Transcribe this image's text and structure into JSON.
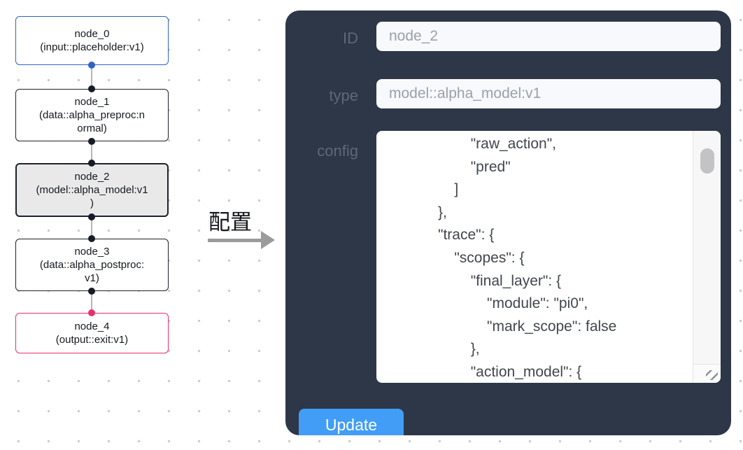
{
  "canvas": {
    "background": "#ffffff",
    "dot_color": "#cbcbcb"
  },
  "flowchart": {
    "edge_color": "#b5b5b5",
    "nodes": [
      {
        "title": "node_0",
        "subtitle": "(input::placeholder:v1)",
        "border_color": "#2e62c8",
        "bg": "#ffffff",
        "handle_bottom_color": "#2e62c8"
      },
      {
        "title": "node_1",
        "subtitle": "(data::alpha_preproc:n\normal)",
        "border_color": "#1d222c",
        "bg": "#ffffff",
        "handle_top_color": "#161b26",
        "handle_bottom_color": "#161b26"
      },
      {
        "title": "node_2",
        "subtitle": "(model::alpha_model:v1\n)",
        "border_color": "#1d222c",
        "bg": "#e9e9ea",
        "selected": true,
        "handle_top_color": "#161b26",
        "handle_bottom_color": "#161b26"
      },
      {
        "title": "node_3",
        "subtitle": "(data::alpha_postproc:\nv1)",
        "border_color": "#1d222c",
        "bg": "#ffffff",
        "handle_top_color": "#161b26",
        "handle_bottom_color": "#161b26"
      },
      {
        "title": "node_4",
        "subtitle": "(output::exit:v1)",
        "border_color": "#e7316f",
        "bg": "#ffffff",
        "handle_top_color": "#e7316f"
      }
    ]
  },
  "transition": {
    "label": "配置",
    "arrow_color": "#9b9b9b"
  },
  "config_panel": {
    "background": "#2d3748",
    "fields": [
      {
        "label": "ID",
        "value": "node_2"
      },
      {
        "label": "type",
        "value": "model::alpha_model:v1"
      },
      {
        "label": "config",
        "value": "                    \"raw_action\",\n                    \"pred\"\n                ]\n            },\n            \"trace\": {\n                \"scopes\": {\n                    \"final_layer\": {\n                        \"module\": \"pi0\",\n                        \"mark_scope\": false\n                    },\n                    \"action_model\": {"
      }
    ],
    "update_button": {
      "label": "Update",
      "color": "#419df6"
    }
  }
}
